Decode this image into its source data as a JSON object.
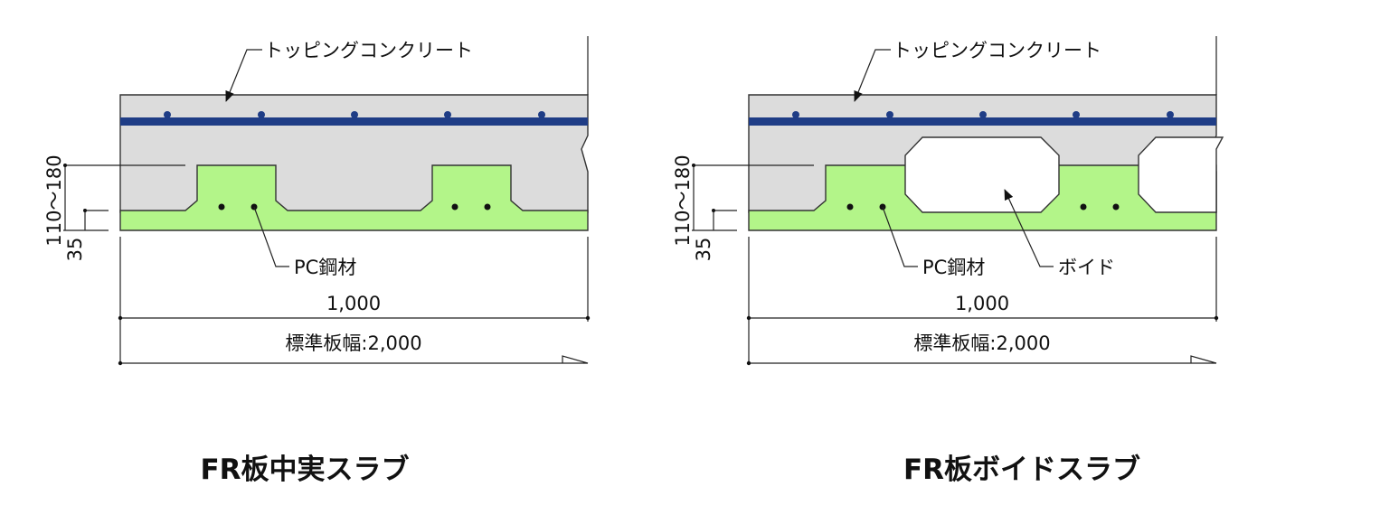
{
  "colors": {
    "topping": "#dcdcdc",
    "rebar": "#1f3d86",
    "pc_slab": "#b3f589",
    "void": "#ffffff",
    "line": "#222222"
  },
  "left_diagram": {
    "topping_label": "トッピングコンクリート",
    "pc_label": "PC鋼材",
    "dim_thickness": "110～180",
    "dim_bottom": "35",
    "dim_width": "1,000",
    "dim_standard": "標準板幅:2,000",
    "caption": "FR板中実スラブ"
  },
  "right_diagram": {
    "topping_label": "トッピングコンクリート",
    "pc_label": "PC鋼材",
    "void_label": "ボイド",
    "dim_thickness": "110～180",
    "dim_bottom": "35",
    "dim_width": "1,000",
    "dim_standard": "標準板幅:2,000",
    "caption": "FR板ボイドスラブ"
  }
}
